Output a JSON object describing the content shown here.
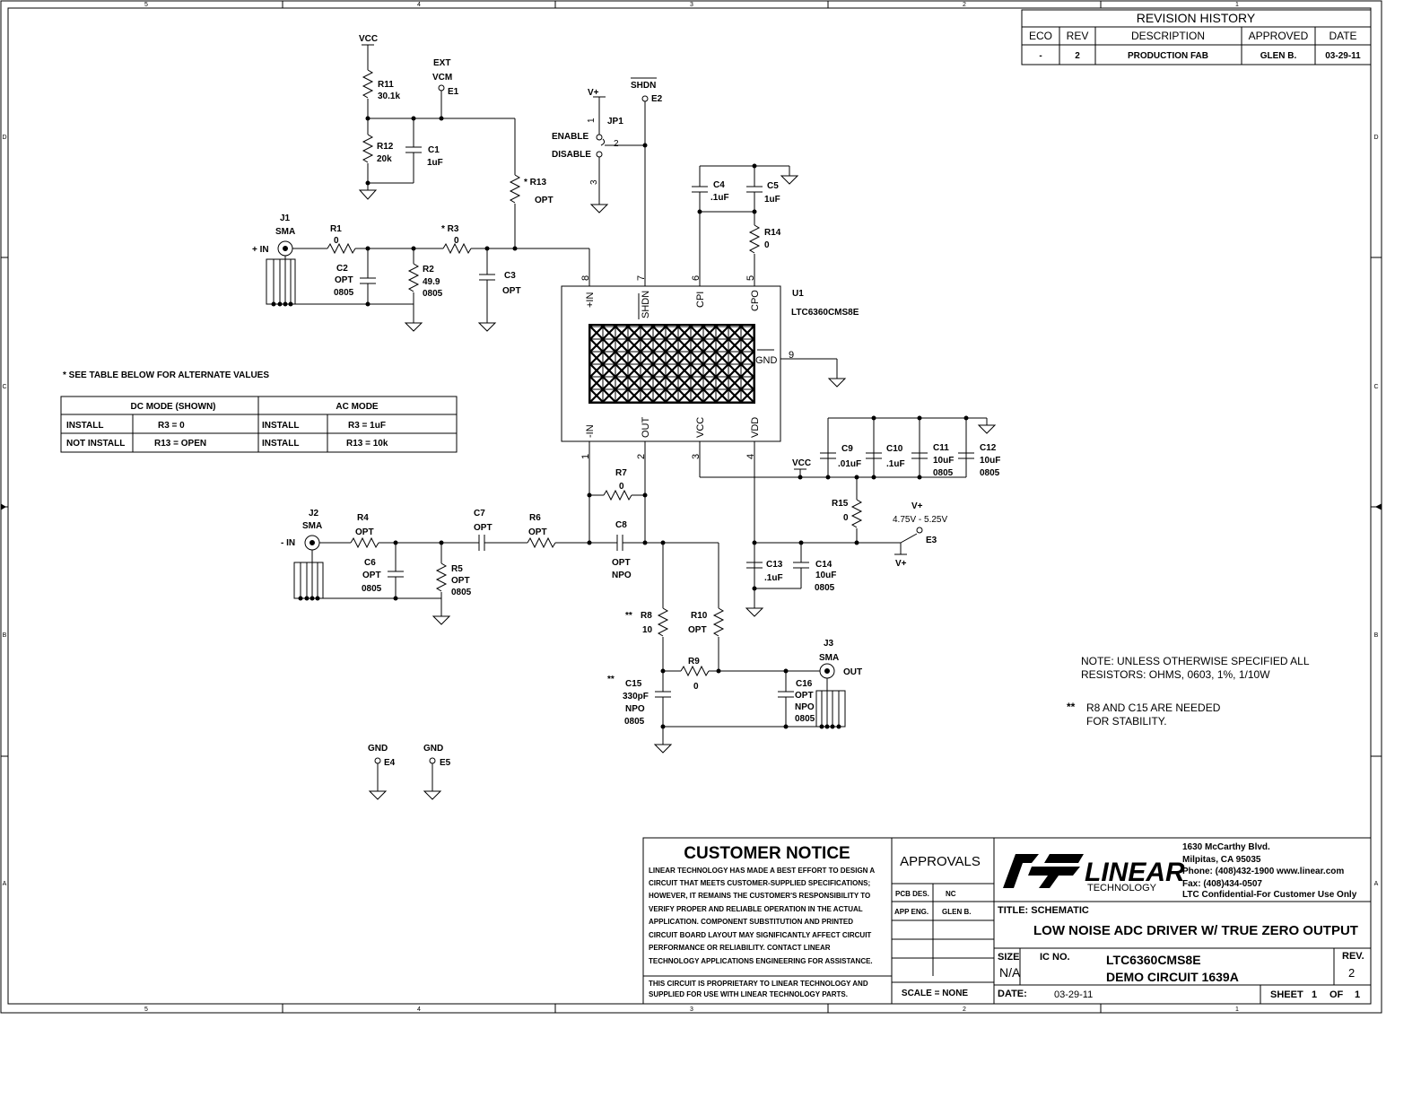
{
  "frame": {
    "zone_columns": [
      "5",
      "4",
      "3",
      "2",
      "1"
    ],
    "zone_rows": [
      "D",
      "C",
      "B",
      "A"
    ]
  },
  "revision_history": {
    "title": "REVISION HISTORY",
    "headers": [
      "ECO",
      "REV",
      "DESCRIPTION",
      "APPROVED",
      "DATE"
    ],
    "row": [
      "-",
      "2",
      "PRODUCTION FAB",
      "GLEN B.",
      "03-29-11"
    ]
  },
  "alt_values": {
    "note": "* SEE TABLE BELOW FOR ALTERNATE VALUES",
    "dc_header": "DC MODE (SHOWN)",
    "ac_header": "AC MODE",
    "rows": [
      [
        "INSTALL",
        "R3 = 0",
        "INSTALL",
        "R3 = 1uF"
      ],
      [
        "NOT INSTALL",
        "R13 = OPEN",
        "INSTALL",
        "R13 = 10k"
      ]
    ]
  },
  "notes": {
    "line1": "NOTE: UNLESS OTHERWISE SPECIFIED ALL",
    "line2": "RESISTORS: OHMS, 0603, 1%, 1/10W",
    "stars": "**",
    "stab1": "R8 AND C15 ARE NEEDED",
    "stab2": "FOR STABILITY."
  },
  "labels": {
    "vcc_top": "VCC",
    "r11": "R11",
    "r11_val": "30.1k",
    "r12": "R12",
    "r12_val": "20k",
    "c1": "C1",
    "c1_val": "1uF",
    "ext": "EXT",
    "vcm": "VCM",
    "e1": "E1",
    "r13": "* R13",
    "r13_val": "OPT",
    "vplus_jp": "V+",
    "jp1": "JP1",
    "enable": "ENABLE",
    "disable": "DISABLE",
    "jp_pin1": "1",
    "jp_pin2": "2",
    "jp_pin3": "3",
    "shdn": "SHDN",
    "e2": "E2",
    "j1": "J1",
    "j1_sma": "SMA",
    "plus_in": "+ IN",
    "r1": "R1",
    "r1_val": "0",
    "r3": "* R3",
    "r3_val": "0",
    "c2": "C2",
    "c2_val": "OPT",
    "c2_pkg": "0805",
    "r2": "R2",
    "r2_val": "49.9",
    "r2_pkg": "0805",
    "c3": "C3",
    "c3_val": "OPT",
    "c4": "C4",
    "c4_val": ".1uF",
    "c5": "C5",
    "c5_val": "1uF",
    "r14": "R14",
    "r14_val": "0",
    "u1": "U1",
    "u1_part": "LTC6360CMS8E",
    "pin_plus_in": "+IN",
    "pin_shdn": "SHDN",
    "pin_cpi": "CPI",
    "pin_cpo": "CPO",
    "pin_minus_in": "-IN",
    "pin_out": "OUT",
    "pin_vcc": "VCC",
    "pin_vdd": "VDD",
    "pin_gnd": "GND",
    "pn8": "8",
    "pn7": "7",
    "pn6": "6",
    "pn5": "5",
    "pn1": "1",
    "pn2": "2",
    "pn3": "3",
    "pn4": "4",
    "pn9": "9",
    "vcc_mid": "VCC",
    "c9": "C9",
    "c9_val": ".01uF",
    "c10": "C10",
    "c10_val": ".1uF",
    "c11": "C11",
    "c11_val": "10uF",
    "c11_pkg": "0805",
    "c12": "C12",
    "c12_val": "10uF",
    "c12_pkg": "0805",
    "r15": "R15",
    "r15_val": "0",
    "vplus_e3": "V+",
    "vrange": "4.75V - 5.25V",
    "e3": "E3",
    "vplus_flag": "V+",
    "c13": "C13",
    "c13_val": ".1uF",
    "c14": "C14",
    "c14_val": "10uF",
    "c14_pkg": "0805",
    "r7": "R7",
    "r7_val": "0",
    "c8": "C8",
    "c8_val": "OPT",
    "c8_die": "NPO",
    "j2": "J2",
    "j2_sma": "SMA",
    "minus_in": "- IN",
    "r4": "R4",
    "r4_val": "OPT",
    "c7": "C7",
    "c7_val": "OPT",
    "r6": "R6",
    "r6_val": "OPT",
    "c6": "C6",
    "c6_val": "OPT",
    "c6_pkg": "0805",
    "r5": "R5",
    "r5_val": "OPT",
    "r5_pkg": "0805",
    "r8_star": "**",
    "r8": "R8",
    "r8_val": "10",
    "r10": "R10",
    "r10_val": "OPT",
    "r9": "R9",
    "r9_val": "0",
    "c15_star": "**",
    "c15": "C15",
    "c15_val": "330pF",
    "c15_die": "NPO",
    "c15_pkg": "0805",
    "c16": "C16",
    "c16_val": "OPT",
    "c16_die": "NPO",
    "c16_pkg": "0805",
    "j3": "J3",
    "j3_sma": "SMA",
    "out": "OUT",
    "gnd_e4": "GND",
    "e4": "E4",
    "gnd_e5": "GND",
    "e5": "E5"
  },
  "title_block": {
    "notice_title": "CUSTOMER NOTICE",
    "notice_lines": [
      "LINEAR TECHNOLOGY HAS MADE A BEST EFFORT TO DESIGN A",
      "CIRCUIT THAT MEETS CUSTOMER-SUPPLIED SPECIFICATIONS;",
      "HOWEVER, IT REMAINS THE CUSTOMER'S RESPONSIBILITY TO",
      "VERIFY PROPER AND RELIABLE OPERATION IN THE ACTUAL",
      "APPLICATION.  COMPONENT SUBSTITUTION AND PRINTED",
      "CIRCUIT BOARD LAYOUT MAY SIGNIFICANTLY AFFECT CIRCUIT",
      "PERFORMANCE OR RELIABILITY.  CONTACT LINEAR",
      "TECHNOLOGY APPLICATIONS ENGINEERING FOR ASSISTANCE."
    ],
    "proprietary_lines": [
      "THIS CIRCUIT IS PROPRIETARY TO LINEAR TECHNOLOGY AND",
      "SUPPLIED FOR USE WITH LINEAR TECHNOLOGY PARTS."
    ],
    "approvals": "APPROVALS",
    "pcb_des": "PCB DES.",
    "pcb_des_val": "NC",
    "app_eng": "APP ENG.",
    "app_eng_val": "GLEN B.",
    "scale": "SCALE = NONE",
    "logo_name": "LINEAR",
    "logo_sub": "TECHNOLOGY",
    "address_lines": [
      "1630 McCarthy Blvd.",
      "Milpitas, CA 95035",
      "Phone: (408)432-1900  www.linear.com",
      "Fax: (408)434-0507",
      "LTC Confidential-For Customer Use Only"
    ],
    "title_label": "TITLE: SCHEMATIC",
    "title": "LOW NOISE ADC DRIVER W/ TRUE ZERO OUTPUT",
    "size_label": "SIZE",
    "size_val": "N/A",
    "ic_label": "IC NO.",
    "ic_val": "LTC6360CMS8E",
    "demo": "DEMO CIRCUIT 1639A",
    "rev_label": "REV.",
    "rev_val": "2",
    "date_label": "DATE:",
    "date_val": "03-29-11",
    "sheet_label": "SHEET",
    "sheet_num": "1",
    "of_label": "OF",
    "sheet_total": "1"
  }
}
